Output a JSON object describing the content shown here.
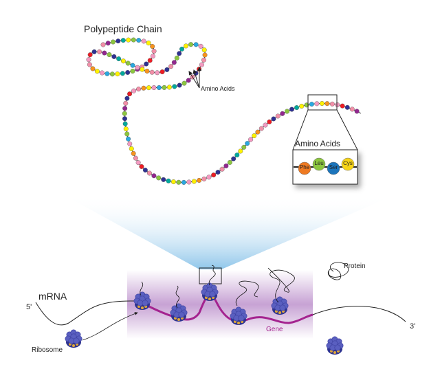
{
  "title": "Polypeptide Chain",
  "amino_acids_pointer_label": "Amino Acids",
  "inset": {
    "title": "Amino Acids",
    "beads": [
      {
        "label": "Phe",
        "color": "#ee7a22"
      },
      {
        "label": "Leu",
        "color": "#8cc63f"
      },
      {
        "label": "Ser",
        "color": "#1c75bc"
      },
      {
        "label": "Cys",
        "color": "#f7d417"
      }
    ]
  },
  "mrna_label": "mRNA",
  "five_prime": "5'",
  "three_prime": "3'",
  "ribosome_label": "Ribosome",
  "gene_label": "Gene",
  "protein_label": "Protein",
  "colors": {
    "gene": "#a4238f",
    "band": "#c9a6d6",
    "cone": "#a9d4ee",
    "ribosome": "#3b3f9e",
    "bead_palette": [
      "#f28fa8",
      "#29a8e0",
      "#2e3192",
      "#f7931e",
      "#8cc63f",
      "#ed1c24",
      "#fff200",
      "#92278f",
      "#f49ac1",
      "#00a99d"
    ]
  }
}
